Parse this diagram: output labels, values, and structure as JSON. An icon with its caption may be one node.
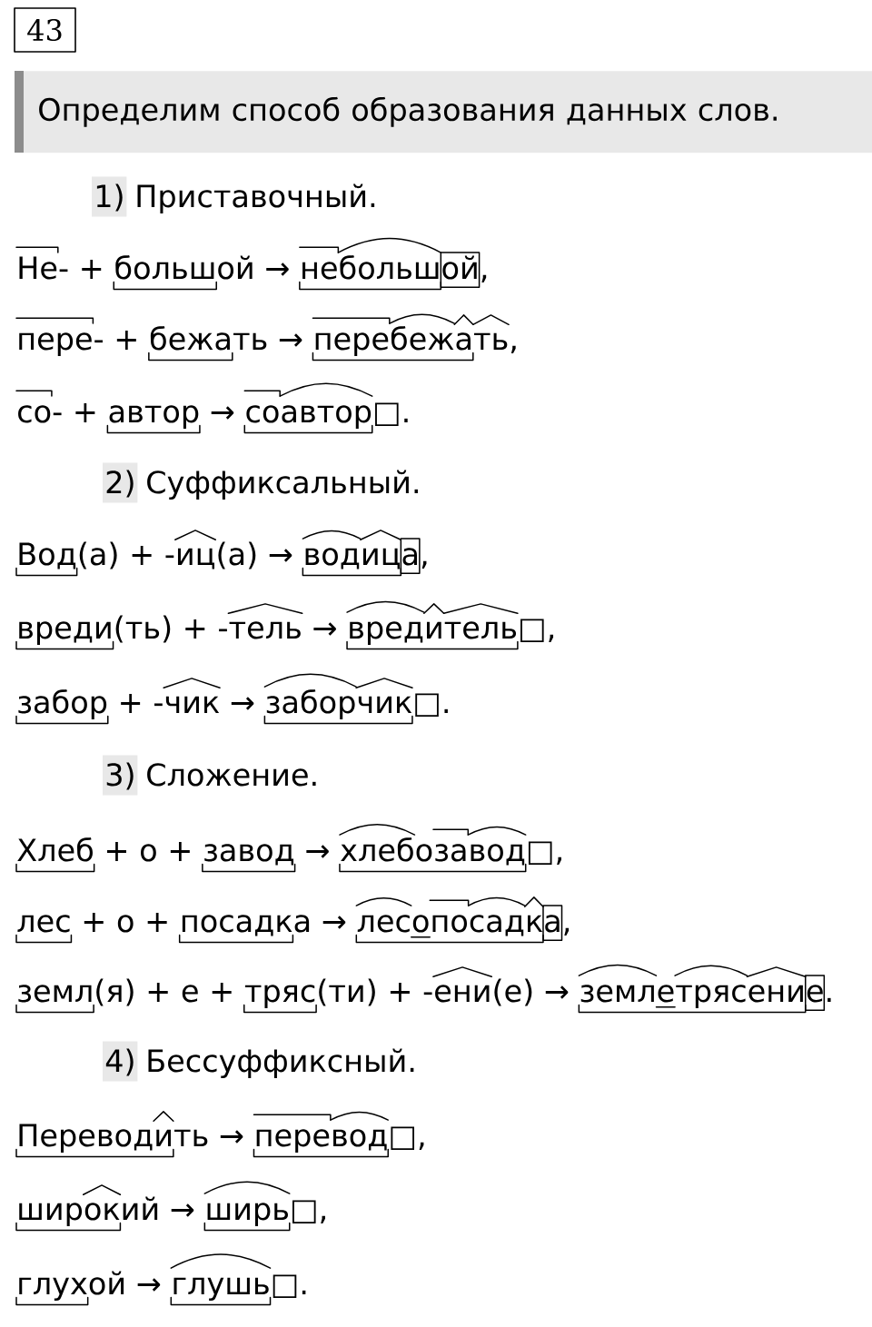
{
  "diagram": {
    "title": "Определим способ образования данных слов.",
    "nodes": [
      {
        "text": [
          "43"
        ]
      }
    ],
    "labels": [
      "1) Приставочный.",
      "Не- + большой → небольшой,",
      "пере- + бежать → перебежать,",
      "со- + автор → соавтор□.",
      "2) Суффиксальный.",
      "Вод(а) + -иц(а) → водица,",
      "вреди(ть) + -тель → вредитель□,",
      "забор + -чик → заборчик□.",
      "3) Сложение.",
      "Хлеб + о + завод → хлебозавод□,",
      "лес + о + посадка → лесопосадка,",
      "земл(я) + е + тряс(ти) + -ени(е) → землетрясение.",
      "4) Бессуффиксный.",
      "Переводить → перевод□,",
      "широкий → ширь□,",
      "глухой → глушь□."
    ]
  }
}
